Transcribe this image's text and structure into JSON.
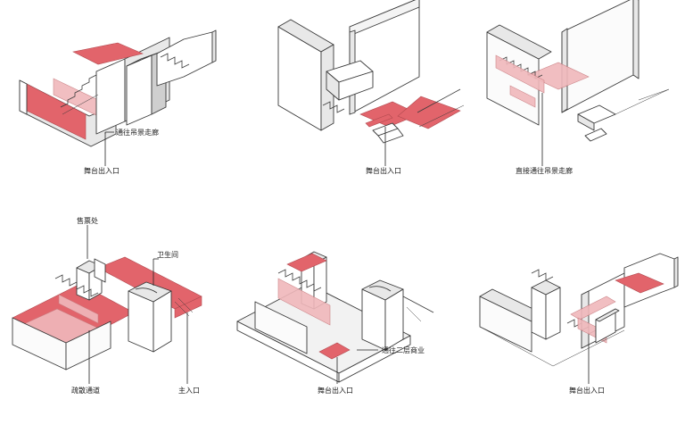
{
  "panels": [
    {
      "id": "p1",
      "labels": [
        "通往吊景走廊",
        "舞台出入口"
      ]
    },
    {
      "id": "p2",
      "labels": [
        "舞台出入口"
      ]
    },
    {
      "id": "p3",
      "labels": [
        "直接通往吊景走廊"
      ]
    },
    {
      "id": "p4",
      "labels": [
        "售票处",
        "卫生间",
        "疏散通道",
        "主入口"
      ]
    },
    {
      "id": "p5",
      "labels": [
        "通往二层商业",
        "舞台出入口"
      ]
    },
    {
      "id": "p6",
      "labels": [
        "舞台出入口"
      ]
    }
  ],
  "colors": {
    "highlight": "#e2646b",
    "highlight_light": "#f0b8bb",
    "line": "#3a3a3a",
    "wall_shade": "#e8e8e8"
  }
}
